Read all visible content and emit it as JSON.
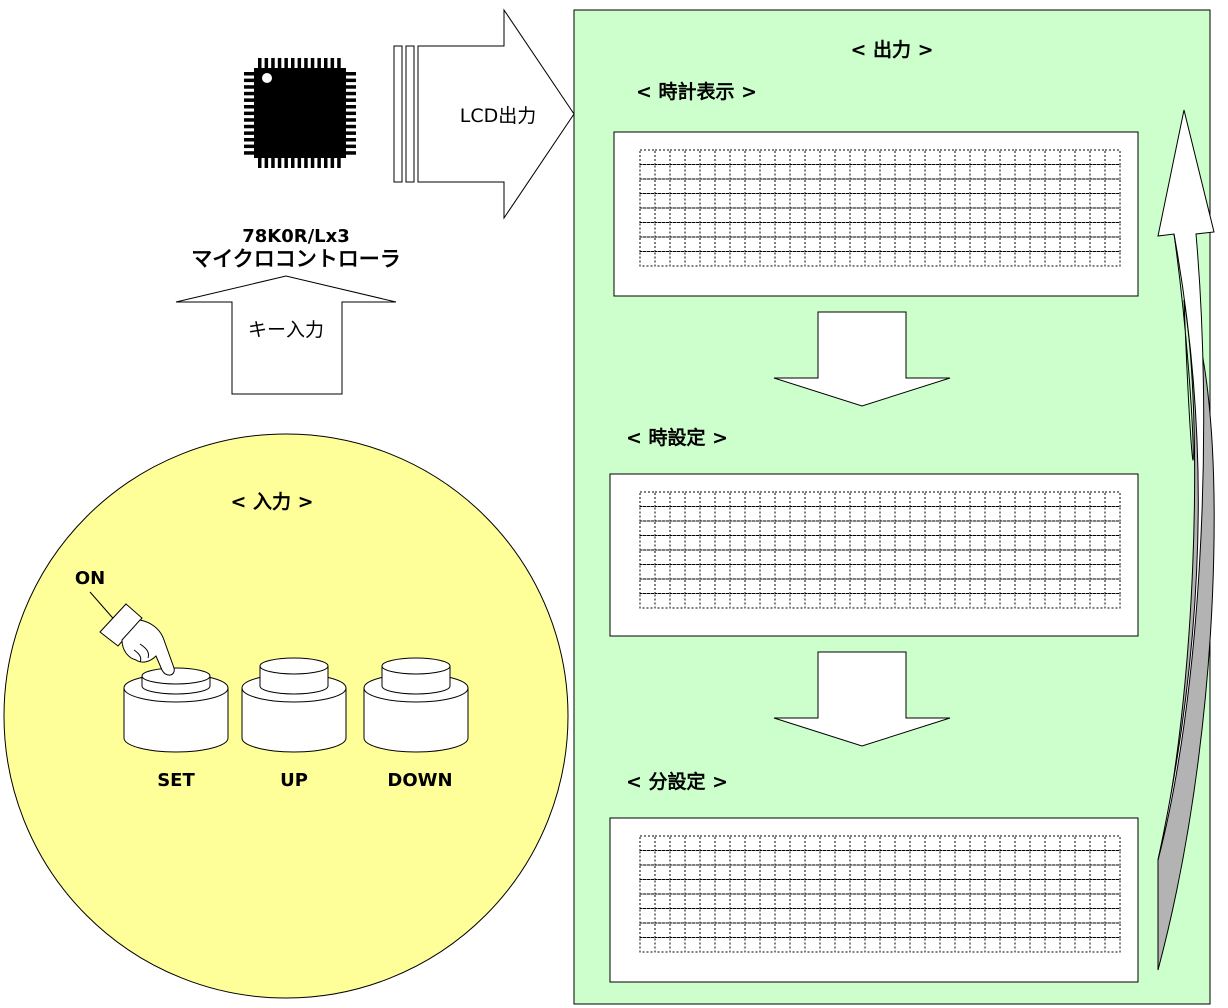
{
  "mcu": {
    "lcd_output_label": "LCD出力",
    "model": "78K0R/Lx3",
    "name": "マイクロコントローラ"
  },
  "key_input_label": "キー入力",
  "input_panel": {
    "title": "< 入力 >",
    "on_label": "ON",
    "buttons": [
      {
        "label": "SET"
      },
      {
        "label": "UP"
      },
      {
        "label": "DOWN"
      }
    ]
  },
  "output_panel": {
    "title": "< 出力 >",
    "screens": [
      {
        "title": "< 時計表示 >"
      },
      {
        "title": "< 時設定 >"
      },
      {
        "title": "< 分設定 >"
      }
    ]
  },
  "colors": {
    "input_circle": "#ffff99",
    "output_panel": "#ccffcc",
    "lcd_on": "#b3b3b3",
    "lcd_off": "#ffffff"
  },
  "icons": [
    "microcontroller-chip-icon",
    "hand-pointer-icon",
    "arrow-right-icon",
    "arrow-up-icon",
    "arrow-down-icon",
    "curved-return-arrow-icon"
  ]
}
